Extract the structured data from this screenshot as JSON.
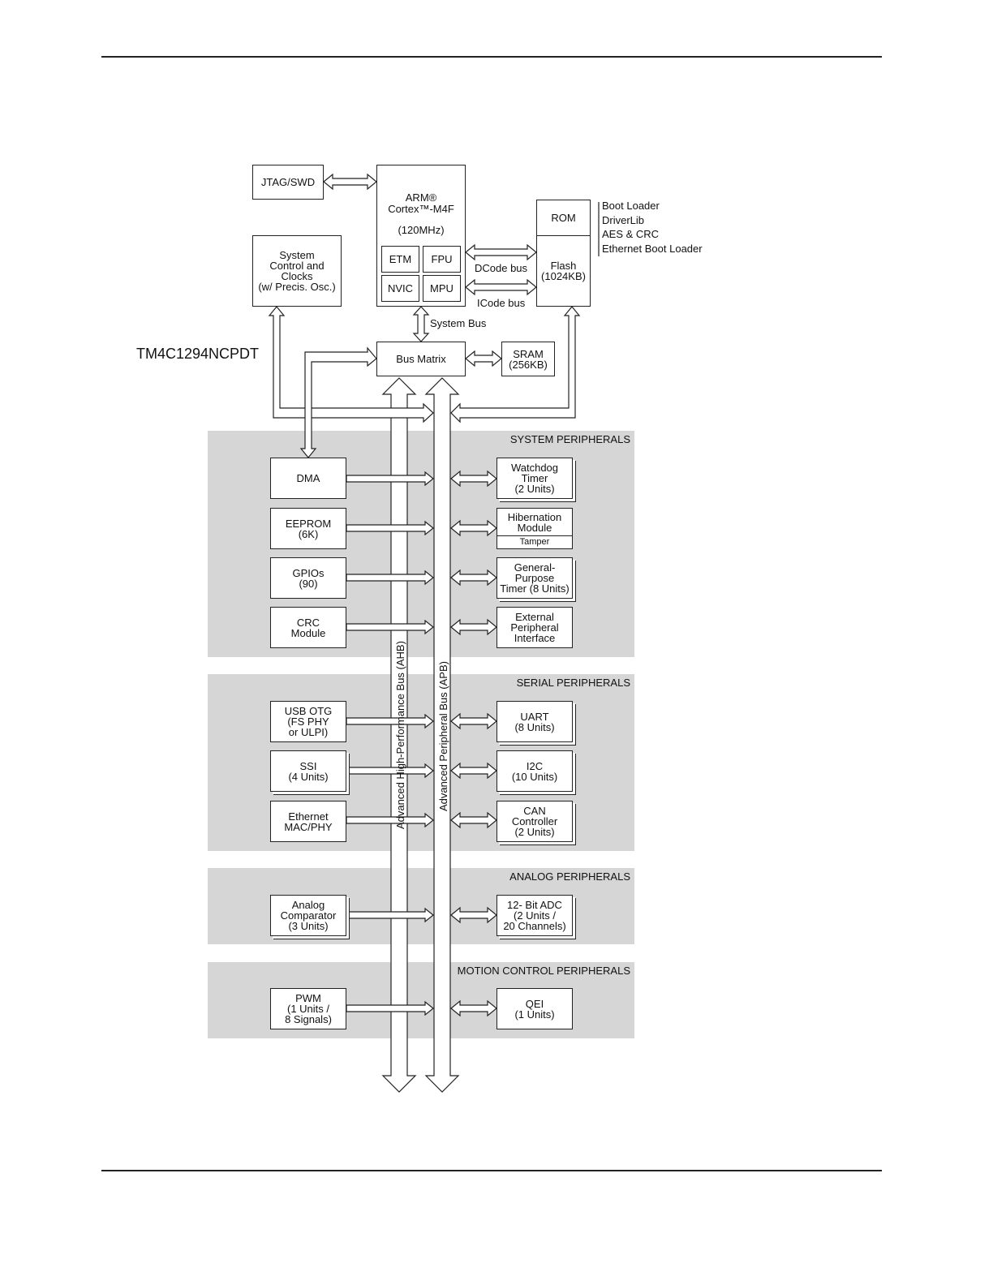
{
  "chip_name": "TM4C1294NCPDT",
  "core": {
    "jtag": "JTAG/SWD",
    "cpu_lines": [
      "ARM®",
      "Cortex™-M4F"
    ],
    "cpu_freq": "(120MHz)",
    "etm": "ETM",
    "fpu": "FPU",
    "nvic": "NVIC",
    "mpu": "MPU",
    "sysctl_lines": [
      "System",
      "Control and",
      "Clocks",
      "(w/ Precis. Osc.)"
    ],
    "rom": "ROM",
    "flash_lines": [
      "Flash",
      "(1024KB)"
    ],
    "rom_contents": [
      "Boot Loader",
      "DriverLib",
      "AES & CRC",
      "Ethernet Boot Loader"
    ],
    "dcode_bus": "DCode bus",
    "icode_bus": "ICode bus",
    "system_bus": "System Bus",
    "bus_matrix": "Bus Matrix",
    "sram_lines": [
      "SRAM",
      "(256KB)"
    ]
  },
  "buses": {
    "ahb": "Advanced High-Performance Bus (AHB)",
    "apb": "Advanced Peripheral Bus (APB)"
  },
  "sections": {
    "system": {
      "title": "SYSTEM PERIPHERALS",
      "left": [
        [
          "DMA"
        ],
        [
          "EEPROM",
          "(6K)"
        ],
        [
          "GPIOs",
          "(90)"
        ],
        [
          "CRC",
          "Module"
        ]
      ],
      "right": [
        [
          "Watchdog",
          "Timer",
          "(2 Units)"
        ],
        [
          "Hibernation",
          "Module"
        ],
        [
          "General-",
          "Purpose",
          "Timer (8 Units)"
        ],
        [
          "External",
          "Peripheral",
          "Interface"
        ]
      ],
      "tamper": "Tamper"
    },
    "serial": {
      "title": "SERIAL PERIPHERALS",
      "left": [
        [
          "USB OTG",
          "(FS PHY",
          "or ULPI)"
        ],
        [
          "SSI",
          "(4 Units)"
        ],
        [
          "Ethernet",
          "MAC/PHY"
        ]
      ],
      "right": [
        [
          "UART",
          "(8 Units)"
        ],
        [
          "I2C",
          "(10 Units)"
        ],
        [
          "CAN",
          "Controller",
          "(2 Units)"
        ]
      ]
    },
    "analog": {
      "title": "ANALOG PERIPHERALS",
      "left": [
        [
          "Analog",
          "Comparator",
          "(3 Units)"
        ]
      ],
      "right": [
        [
          "12- Bit ADC",
          "(2 Units /",
          "20 Channels)"
        ]
      ]
    },
    "motion": {
      "title": "MOTION CONTROL PERIPHERALS",
      "left": [
        [
          "PWM",
          "(1 Units /",
          "8 Signals)"
        ]
      ],
      "right": [
        [
          "QEI",
          "(1 Units)"
        ]
      ]
    }
  }
}
